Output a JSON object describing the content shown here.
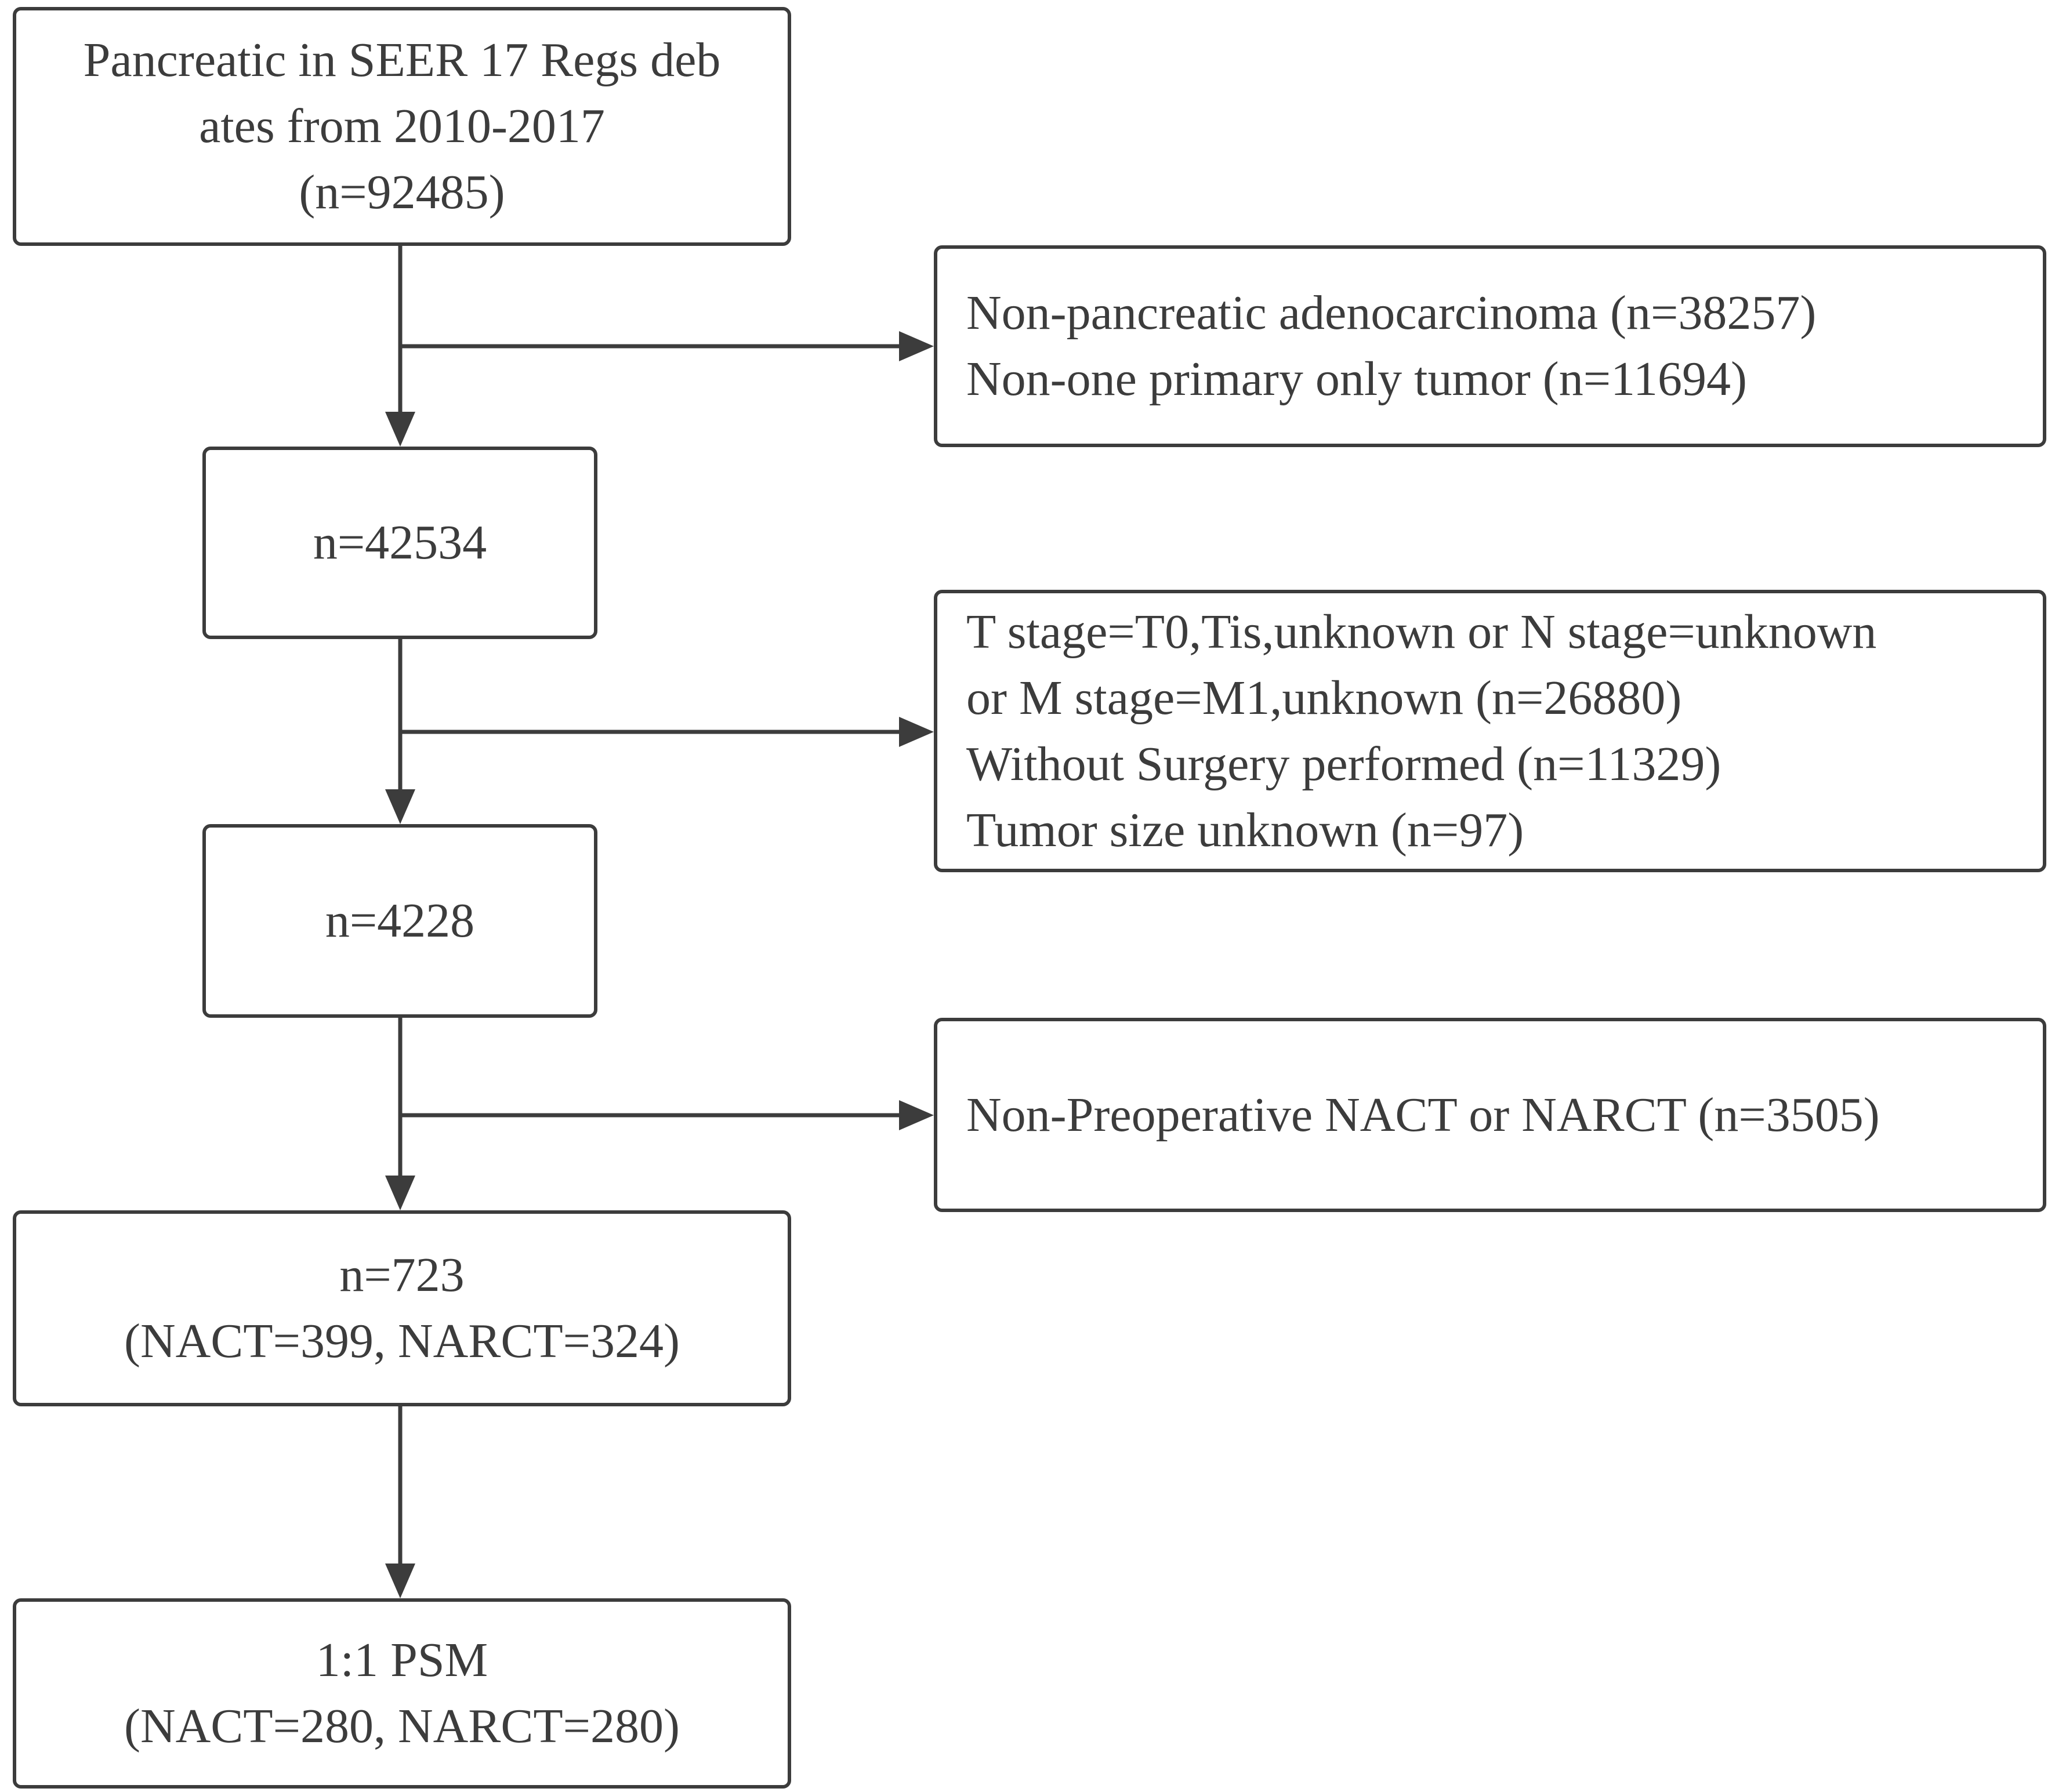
{
  "colors": {
    "stroke": "#3c3c3c",
    "text": "#3c3c3c",
    "background": "#ffffff"
  },
  "main_flow": [
    {
      "id": "start",
      "lines": [
        "Pancreatic in SEER 17 Regs deb",
        "ates from 2010-2017",
        "(n=92485)"
      ]
    },
    {
      "id": "step1",
      "lines": [
        "n=42534"
      ]
    },
    {
      "id": "step2",
      "lines": [
        "n=4228"
      ]
    },
    {
      "id": "step3",
      "lines": [
        "n=723",
        "(NACT=399, NARCT=324)"
      ]
    },
    {
      "id": "final",
      "lines": [
        "1:1 PSM",
        "(NACT=280, NARCT=280)"
      ]
    }
  ],
  "exclusions": [
    {
      "id": "excl1",
      "lines": [
        "Non-pancreatic adenocarcinoma (n=38257)",
        "Non-one primary only tumor (n=11694)"
      ]
    },
    {
      "id": "excl2",
      "lines": [
        "T stage=T0,Tis,unknown or N stage=unknown",
        "or M stage=M1,unknown (n=26880)",
        "Without Surgery performed (n=11329)",
        "Tumor size unknown (n=97)"
      ]
    },
    {
      "id": "excl3",
      "lines": [
        "Non-Preoperative NACT or NARCT (n=3505)"
      ]
    }
  ]
}
